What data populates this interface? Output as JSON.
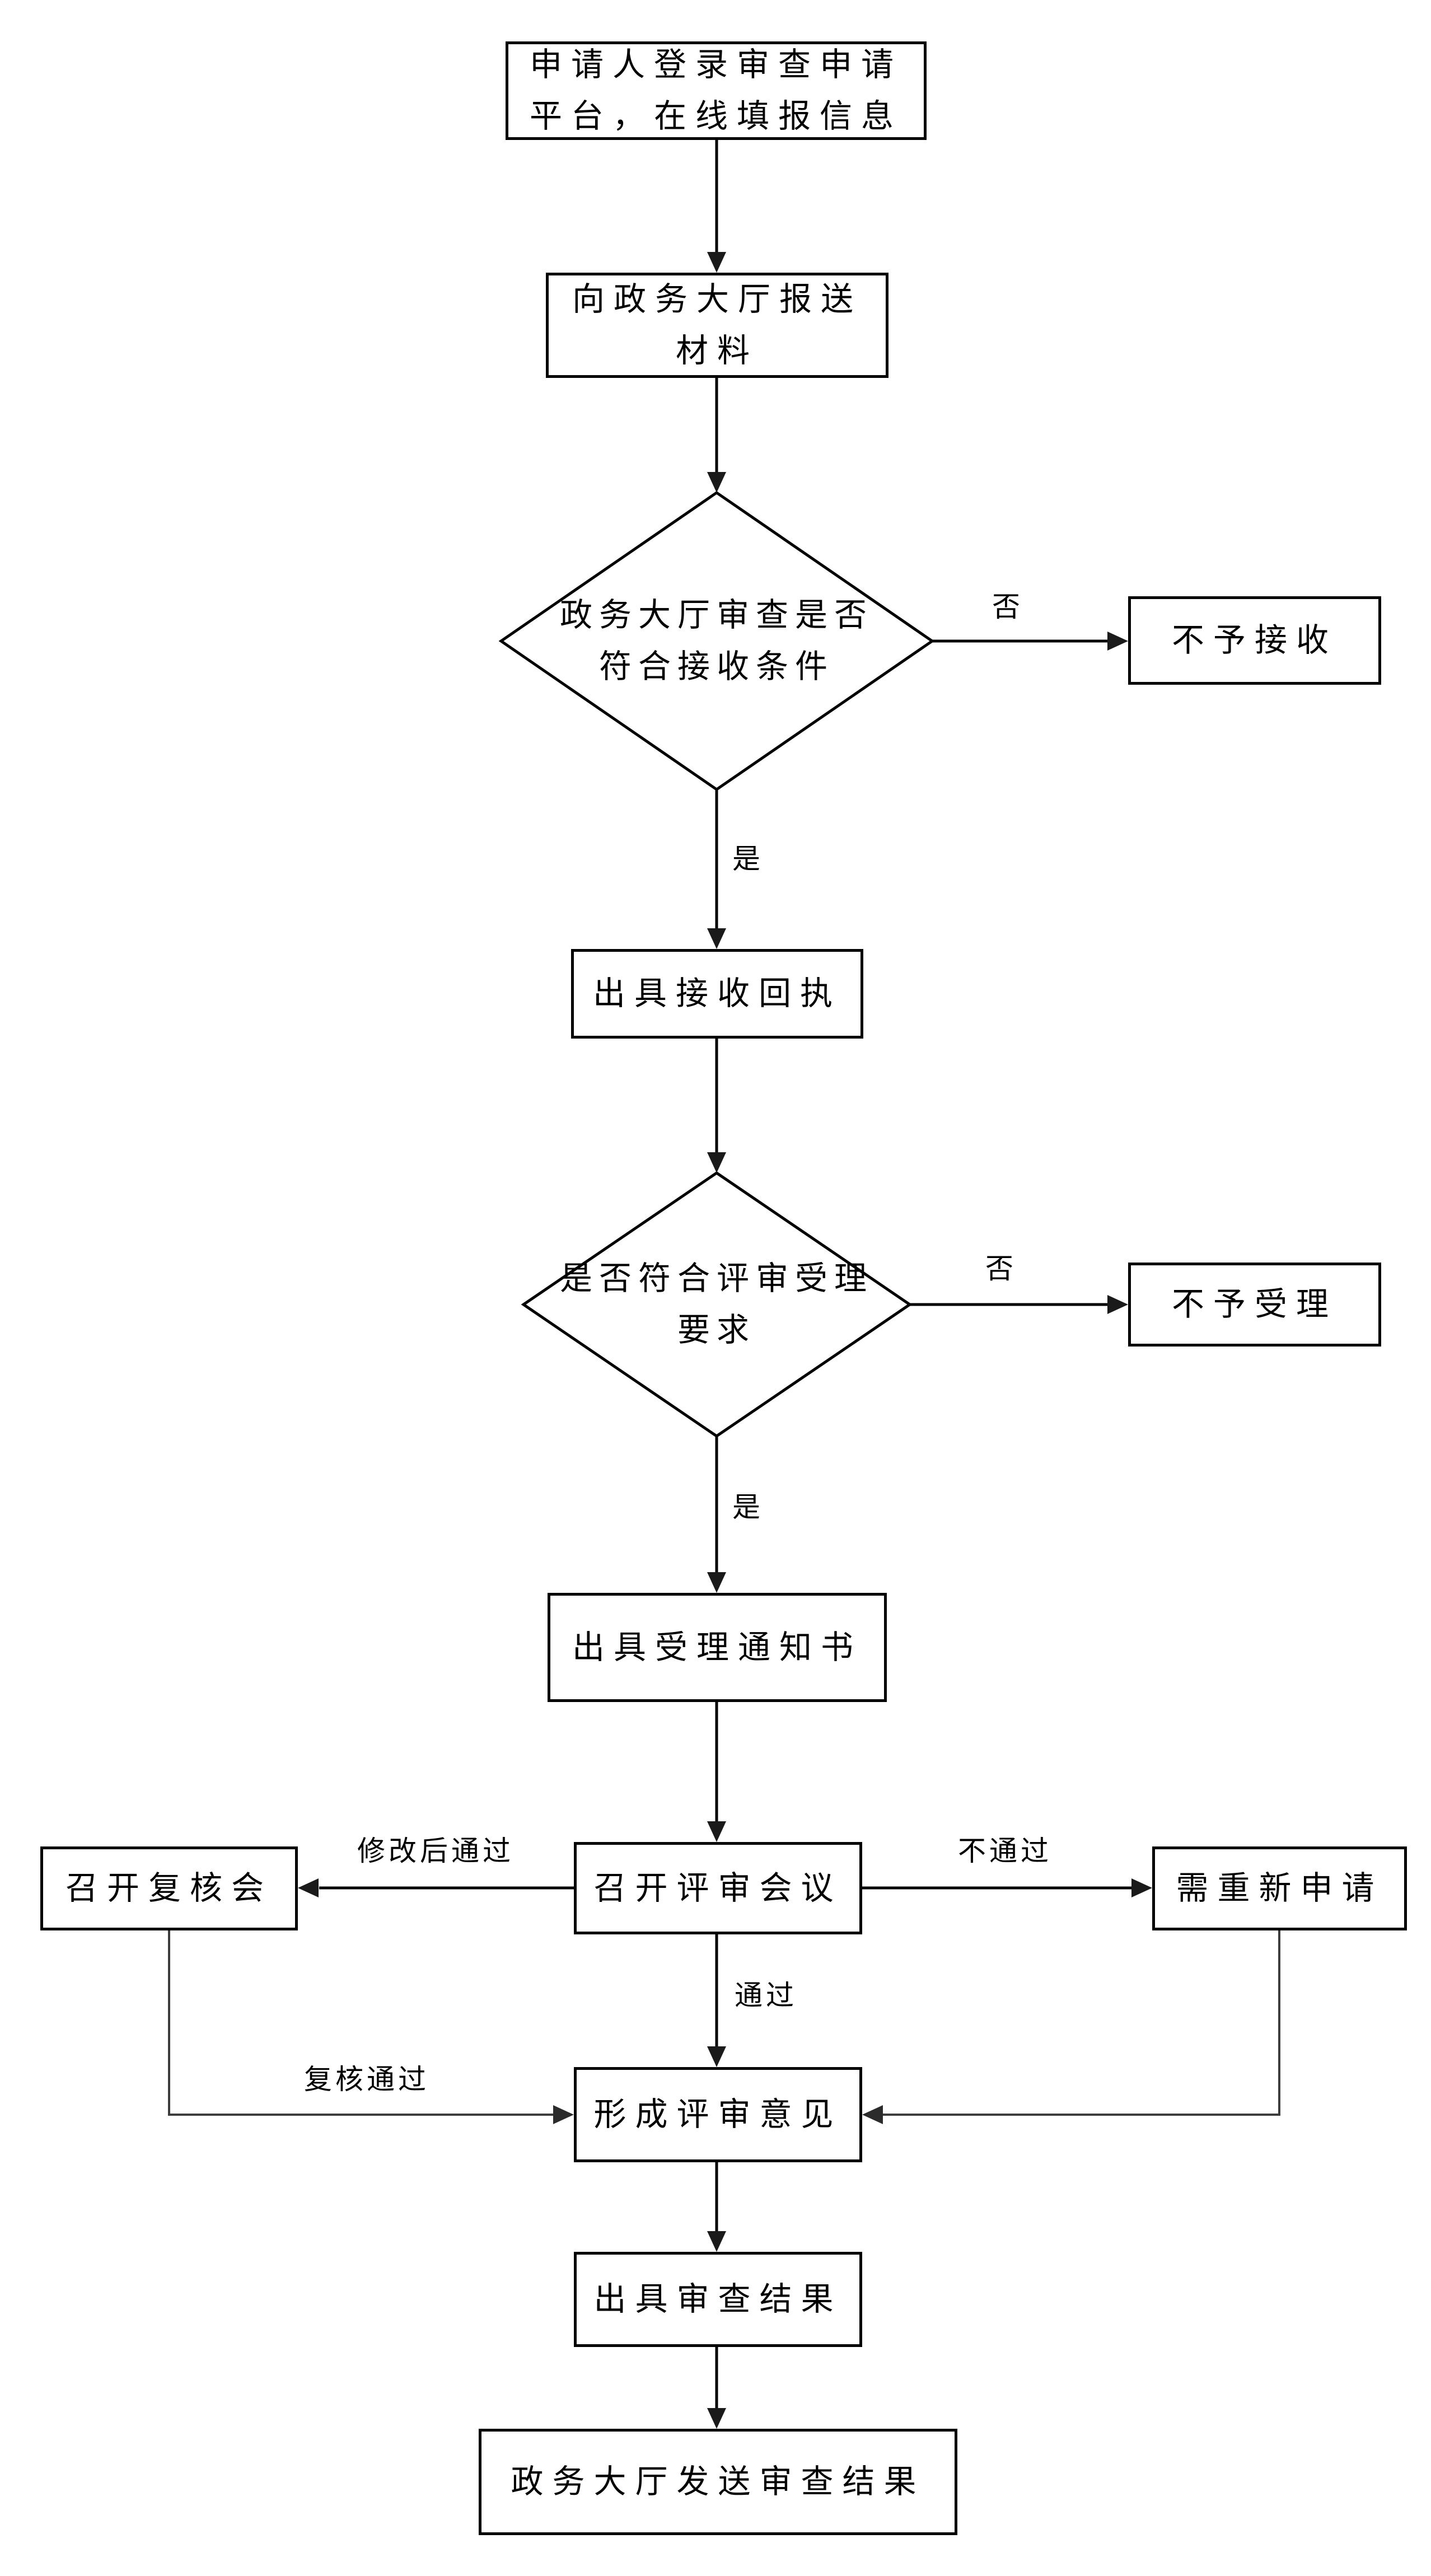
{
  "page": {
    "background": "#ffffff",
    "line_color": "#000000",
    "connector_color": "#3c3c3c"
  },
  "nodes": {
    "login": "申请人登录审查申请\n平台，在线填报信息",
    "submit": "向政务大厅报送\n材料",
    "check_receive": "政务大厅审查是否\n符合接收条件",
    "no_receive": "不予接收",
    "receipt": "出具接收回执",
    "check_accept": "是否符合评审受理\n要求",
    "no_accept": "不予受理",
    "notice": "出具受理通知书",
    "meeting": "召开评审会议",
    "recheck": "召开复核会",
    "reapply": "需重新申请",
    "opinion": "形成评审意见",
    "result": "出具审查结果",
    "send": "政务大厅发送审查结果"
  },
  "edge_labels": {
    "no1": "否",
    "yes1": "是",
    "no2": "否",
    "yes2": "是",
    "modified_pass": "修改后通过",
    "not_pass": "不通过",
    "pass": "通过",
    "recheck_pass": "复核通过"
  }
}
